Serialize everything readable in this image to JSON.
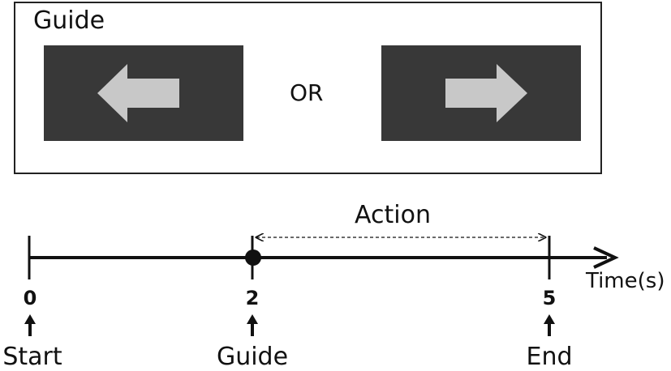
{
  "guide": {
    "title": "Guide",
    "left_cue": {
      "arrow": "left-arrow-icon",
      "panel_color": "#383838",
      "arrow_color": "#c8c8c8"
    },
    "separator": "OR",
    "right_cue": {
      "arrow": "right-arrow-icon",
      "panel_color": "#383838",
      "arrow_color": "#c8c8c8"
    }
  },
  "timeline": {
    "action_label": "Action",
    "axis_unit": "Time(s)",
    "ticks": [
      "0",
      "2",
      "5"
    ],
    "events": [
      "Start",
      "Guide",
      "End"
    ]
  }
}
